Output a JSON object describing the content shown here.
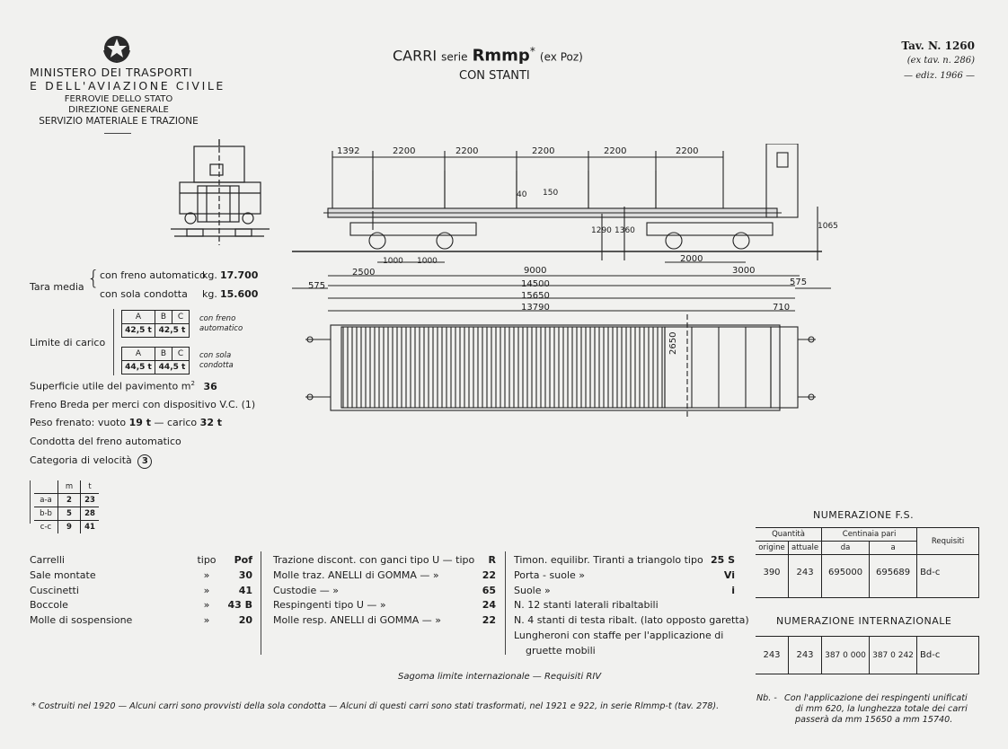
{
  "header": {
    "ministry": [
      "MINISTERO DEI TRASPORTI",
      "E DELL'AVIAZIONE CIVILE"
    ],
    "dept": [
      "FERROVIE DELLO STATO",
      "DIREZIONE GENERALE",
      "SERVIZIO MATERIALE E TRAZIONE"
    ],
    "title_carri": "CARRI",
    "title_serie": "serie",
    "title_code": "Rmmp",
    "title_star": "*",
    "title_expoz": "(ex Poz)",
    "subtitle": "CON STANTI",
    "tav": "Tav. N. 1260",
    "extav": "(ex tav. n. 286)",
    "ediz": "— ediz. 1966 —"
  },
  "dims": {
    "top": [
      "1392",
      "2200",
      "2200",
      "2200",
      "2200",
      "2200"
    ],
    "v1": "40",
    "v2": "150",
    "h1290": "1290",
    "h1360": "1360",
    "h1065": "1065",
    "b1000a": "1000",
    "b1000b": "1000",
    "b2000": "2000",
    "b2500": "2500",
    "b9000": "9000",
    "b3000": "3000",
    "b575l": "575",
    "b575r": "575",
    "b14500": "14500",
    "b15650": "15650",
    "b13790": "13790",
    "b710": "710",
    "b2650": "2650"
  },
  "tara": {
    "label": "Tara media",
    "line1_text": "con freno automatico",
    "line1_unit": "kg.",
    "line1_val": "17.700",
    "line2_text": "con sola condotta",
    "line2_unit": "kg.",
    "line2_val": "15.600"
  },
  "limite": {
    "label": "Limite di carico",
    "headA": "A",
    "headB": "B",
    "headC": "C",
    "row1_a": "42,5 t",
    "row1_b": "42,5 t",
    "row1_note": [
      "con freno",
      "automatico"
    ],
    "row2_a": "44,5 t",
    "row2_b": "44,5 t",
    "row2_note": [
      "con sola",
      "condotta"
    ]
  },
  "specs": {
    "superficie_text": "Superficie utile del pavimento m",
    "superficie_sup": "2",
    "superficie_val": "36",
    "freno": "Freno Breda per merci con dispositivo V.C. (1)",
    "peso_text": "Peso frenato: vuoto",
    "peso_vuoto": "19 t",
    "peso_dash": "— carico",
    "peso_carico": "32 t",
    "condotta": "Condotta del freno automatico",
    "categoria": "Categoria di velocità",
    "categoria_val": "3"
  },
  "axle_table": {
    "head": [
      "",
      "m",
      "t"
    ],
    "rows": [
      [
        "a-a",
        "2",
        "23"
      ],
      [
        "b-b",
        "5",
        "28"
      ],
      [
        "c-c",
        "9",
        "41"
      ]
    ]
  },
  "components": {
    "col1": [
      {
        "name": "Carrelli",
        "sym": "tipo",
        "val": "Pof"
      },
      {
        "name": "Sale montate",
        "sym": "»",
        "val": "30"
      },
      {
        "name": "Cuscinetti",
        "sym": "»",
        "val": "41"
      },
      {
        "name": "Boccole",
        "sym": "»",
        "val": "43 B"
      },
      {
        "name": "Molle di sospensione",
        "sym": "»",
        "val": "20"
      }
    ],
    "col2": [
      {
        "name": "Trazione discont. con ganci tipo U — tipo",
        "val": "R"
      },
      {
        "name": "Molle traz. ANELLI di GOMMA — »",
        "val": "22"
      },
      {
        "name": "Custodie — »",
        "val": "65"
      },
      {
        "name": "Respingenti tipo U — »",
        "val": "24"
      },
      {
        "name": "Molle resp. ANELLI di GOMMA — »",
        "val": "22"
      }
    ],
    "col3": [
      {
        "name": "Timon. equilibr. Tiranti a triangolo tipo",
        "val": "25 S"
      },
      {
        "name": "Porta - suole »",
        "val": "Vi"
      },
      {
        "name": "Suole »",
        "val": "i"
      }
    ],
    "col3_notes": [
      "N. 12 stanti laterali ribaltabili",
      "N. 4 stanti di testa ribalt. (lato opposto garetta)",
      "Lungheroni con staffe per l'applicazione di",
      "gruette mobili"
    ]
  },
  "numerazione_fs": {
    "title": "NUMERAZIONE F.S.",
    "h_quantita": "Quantità",
    "h_origine": "origine",
    "h_attuale": "attuale",
    "h_centinaia": "Centinaia pari",
    "h_da": "da",
    "h_a": "a",
    "h_requisiti": "Requisiti",
    "row": [
      "390",
      "243",
      "695000",
      "695689",
      "Bd-c"
    ]
  },
  "numerazione_int": {
    "title": "NUMERAZIONE INTERNAZIONALE",
    "row": [
      "243",
      "243",
      "387 0 000",
      "387 0 242",
      "Bd-c"
    ]
  },
  "footer": {
    "sagoma": "Sagoma limite internazionale — Requisiti RIV",
    "note": "* Costruiti nel 1920 — Alcuni carri sono provvisti della sola condotta — Alcuni di questi carri sono stati trasformati, nel 1921 e 922, in serie Rlmmp-t (tav. 278).",
    "nb_label": "Nb. -",
    "nb": [
      "Con l'applicazione dei respingenti unificati",
      "di mm 620, la lunghezza totale dei carri",
      "passerà da mm 15650 a mm 15740."
    ]
  }
}
